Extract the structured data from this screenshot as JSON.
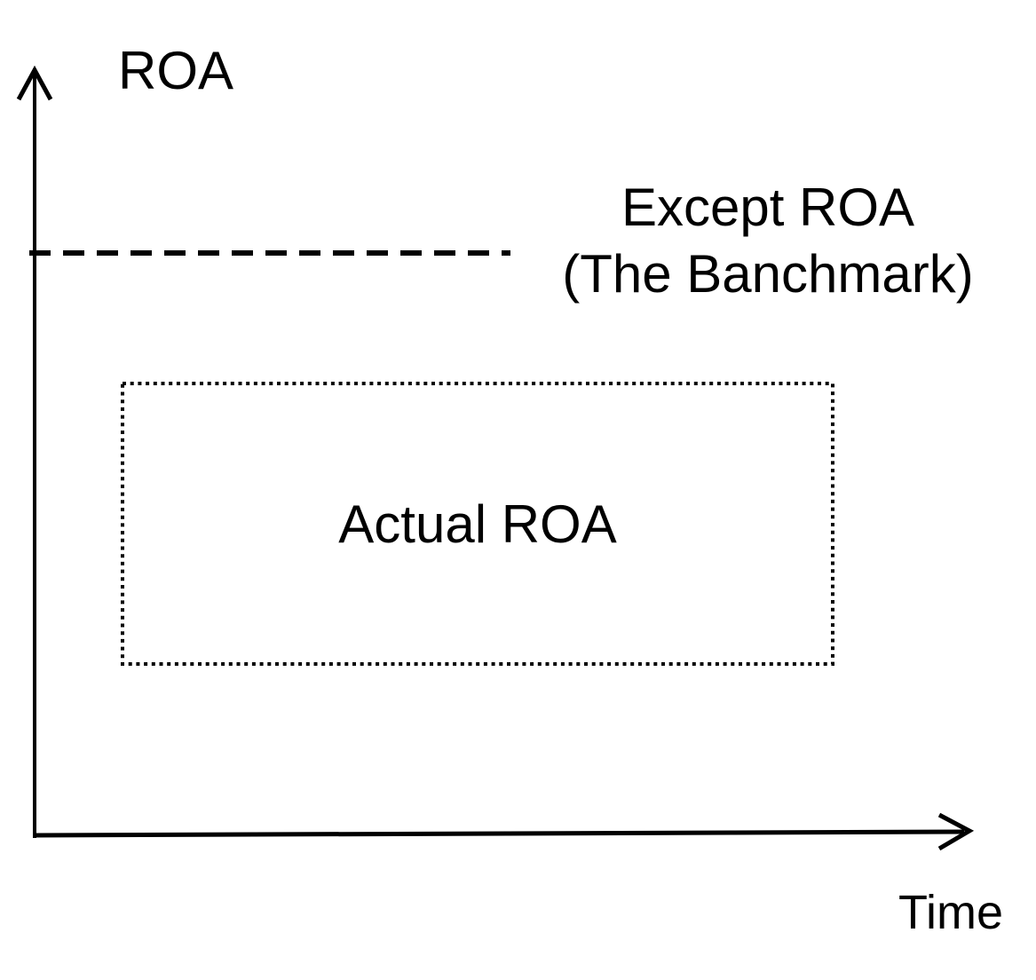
{
  "diagram": {
    "y_axis": {
      "label": "ROA"
    },
    "x_axis": {
      "label": "Time"
    },
    "benchmark": {
      "label_line1": "Except ROA",
      "label_line2": "(The Banchmark)"
    },
    "actual": {
      "label": "Actual ROA"
    },
    "colors": {
      "ink": "#000000",
      "background": "#ffffff"
    }
  }
}
